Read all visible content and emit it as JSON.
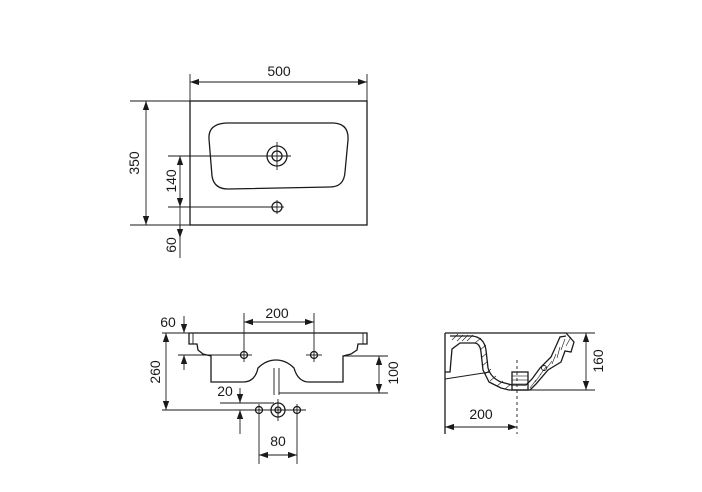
{
  "top_view": {
    "width": "500",
    "depth": "350",
    "tap_offset": "140",
    "front_offset": "60"
  },
  "front_view": {
    "hole_spacing": "200",
    "top_offset": "60",
    "height": "260",
    "drain_height": "100",
    "drain_offset": "20",
    "drain_holes_spacing": "80"
  },
  "side_view": {
    "depth": "200",
    "height": "160"
  }
}
